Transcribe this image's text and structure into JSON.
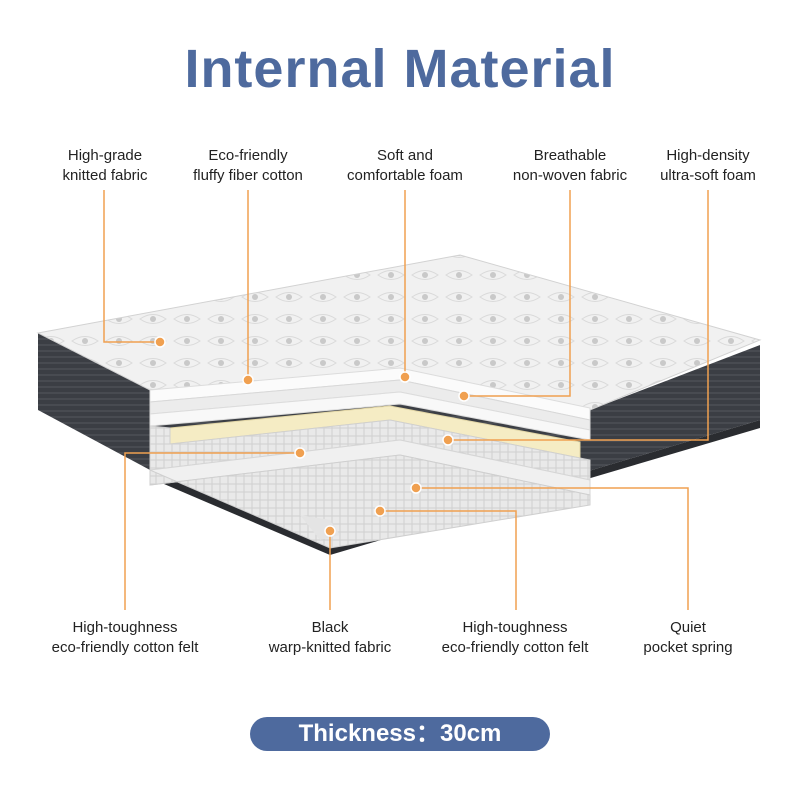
{
  "title": "Internal Material",
  "labels_top": [
    {
      "line1": "High-grade",
      "line2": "knitted fabric"
    },
    {
      "line1": "Eco-friendly",
      "line2": "fluffy fiber cotton"
    },
    {
      "line1": "Soft and",
      "line2": "comfortable foam"
    },
    {
      "line1": "Breathable",
      "line2": "non-woven fabric"
    },
    {
      "line1": "High-density",
      "line2": "ultra-soft foam"
    }
  ],
  "labels_bottom": [
    {
      "line1": "High-toughness",
      "line2": "eco-friendly cotton felt"
    },
    {
      "line1": "Black",
      "line2": "warp-knitted fabric"
    },
    {
      "line1": "High-toughness",
      "line2": "eco-friendly cotton felt"
    },
    {
      "line1": "Quiet",
      "line2": "pocket spring"
    }
  ],
  "thickness": "Thickness：30cm",
  "colors": {
    "accent": "#f0a050",
    "title": "#4e6a9e",
    "pill": "#4e6a9e"
  }
}
